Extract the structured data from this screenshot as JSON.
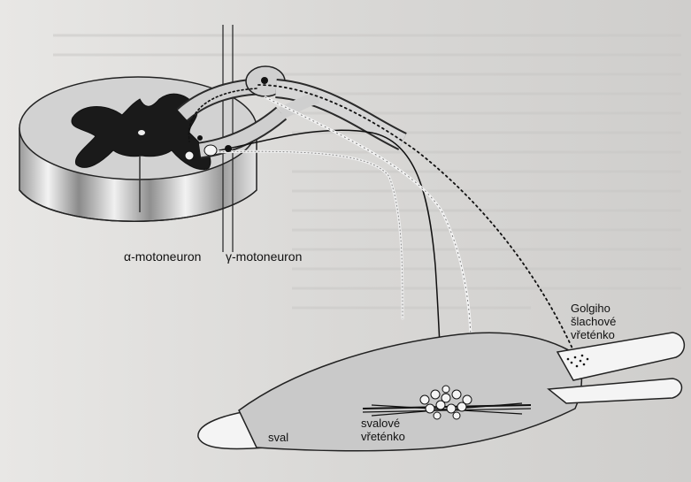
{
  "labels": {
    "alpha": "α-motoneuron",
    "gamma": "γ-motoneuron",
    "golgi": [
      "Golgiho",
      "šlachové",
      "vřeténko"
    ],
    "sval": "sval",
    "svalove": [
      "svalové",
      "vřeténko"
    ]
  }
}
